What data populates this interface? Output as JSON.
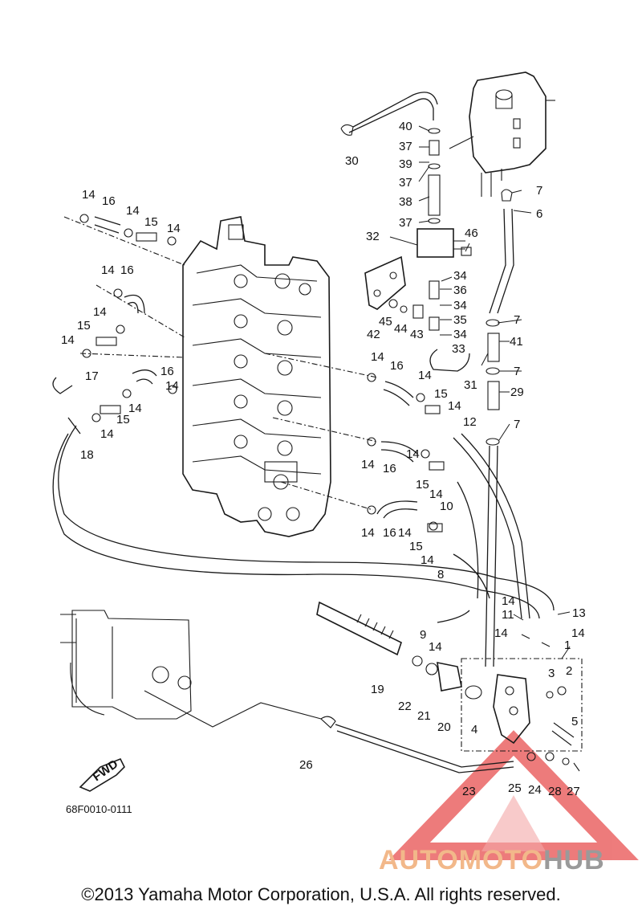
{
  "diagram": {
    "doc_number": "68F0010-0111",
    "fwd_label": "FWD",
    "copyright": "©2013 Yamaha Motor Corporation, U.S.A. All rights reserved.",
    "watermark": {
      "part1": "AUTOMOTO",
      "part2": "HUB",
      "color1": "#f2b88a",
      "color2": "#9a9a9a",
      "logo_color": "#e85050"
    },
    "callouts": [
      "1",
      "2",
      "3",
      "4",
      "5",
      "6",
      "7",
      "8",
      "9",
      "10",
      "11",
      "12",
      "13",
      "14",
      "15",
      "16",
      "17",
      "18",
      "19",
      "20",
      "21",
      "22",
      "23",
      "24",
      "25",
      "26",
      "27",
      "28",
      "29",
      "30",
      "31",
      "32",
      "33",
      "34",
      "35",
      "36",
      "37",
      "38",
      "39",
      "40",
      "41",
      "42",
      "43",
      "44",
      "45",
      "46"
    ]
  }
}
